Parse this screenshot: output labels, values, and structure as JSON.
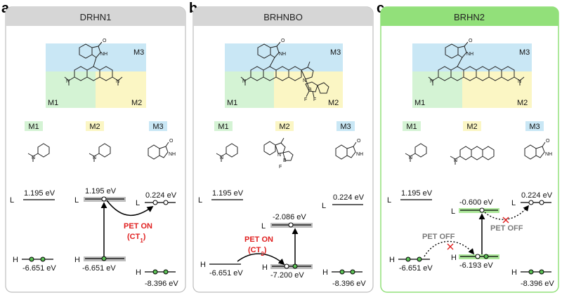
{
  "colors": {
    "m1": "#d4f3d4",
    "m2": "#fbf6c4",
    "m3": "#c9e7f5",
    "header_gray": "#d6d6d6",
    "header_green": "#92e07a",
    "pet_on": "#e02020",
    "pet_off": "#7a7a7a",
    "electron": "#5bbf55"
  },
  "panels": [
    {
      "letter": "a",
      "title": "DRHN1",
      "mol_labels": {
        "m1": "M1",
        "m2": "M2",
        "m3": "M3"
      },
      "chips": [
        "M1",
        "M2",
        "M3"
      ],
      "levels": {
        "m1_lumo": "1.195 eV",
        "m2_lumo": "1.195 eV",
        "m3_lumo": "0.224 eV",
        "m1_homo": "-6.651 eV",
        "m2_homo": "-6.651 eV",
        "m3_homo": "-8.396 eV"
      },
      "pet_label": "PET ON",
      "pet_sub": "(CT",
      "pet_sub_index": "1",
      "pet_close": ")"
    },
    {
      "letter": "b",
      "title": "BRHNBO",
      "mol_labels": {
        "m1": "M1",
        "m2": "M2",
        "m3": "M3"
      },
      "chips": [
        "M1",
        "M2",
        "M3"
      ],
      "levels": {
        "m1_lumo": "1.195 eV",
        "m3_lumo": "0.224 eV",
        "m2_lumo": "-2.086 eV",
        "m1_homo": "-6.651 eV",
        "m2_homo": "-7.200 eV",
        "m3_homo": "-8.396 eV"
      },
      "pet_label": "PET ON",
      "pet_sub": "(CT",
      "pet_sub_index": "2",
      "pet_close": ")"
    },
    {
      "letter": "c",
      "title": "BRHN2",
      "mol_labels": {
        "m1": "M1",
        "m2": "M2",
        "m3": "M3"
      },
      "chips": [
        "M1",
        "M2",
        "M3"
      ],
      "levels": {
        "m1_lumo": "1.195 eV",
        "m2_lumo": "-0.600 eV",
        "m3_lumo": "0.224 eV",
        "m1_homo": "-6.651 eV",
        "m2_homo": "-6.193 eV",
        "m3_homo": "-8.396 eV"
      },
      "pet_left": "PET OFF",
      "pet_right": "PET OFF"
    }
  ],
  "orbital_labels": {
    "lumo": "L",
    "homo": "H"
  },
  "atoms": {
    "nh": "NH",
    "o": "O",
    "n": "N",
    "b": "B",
    "f": "F",
    "minus": "−",
    "plus": "+"
  }
}
